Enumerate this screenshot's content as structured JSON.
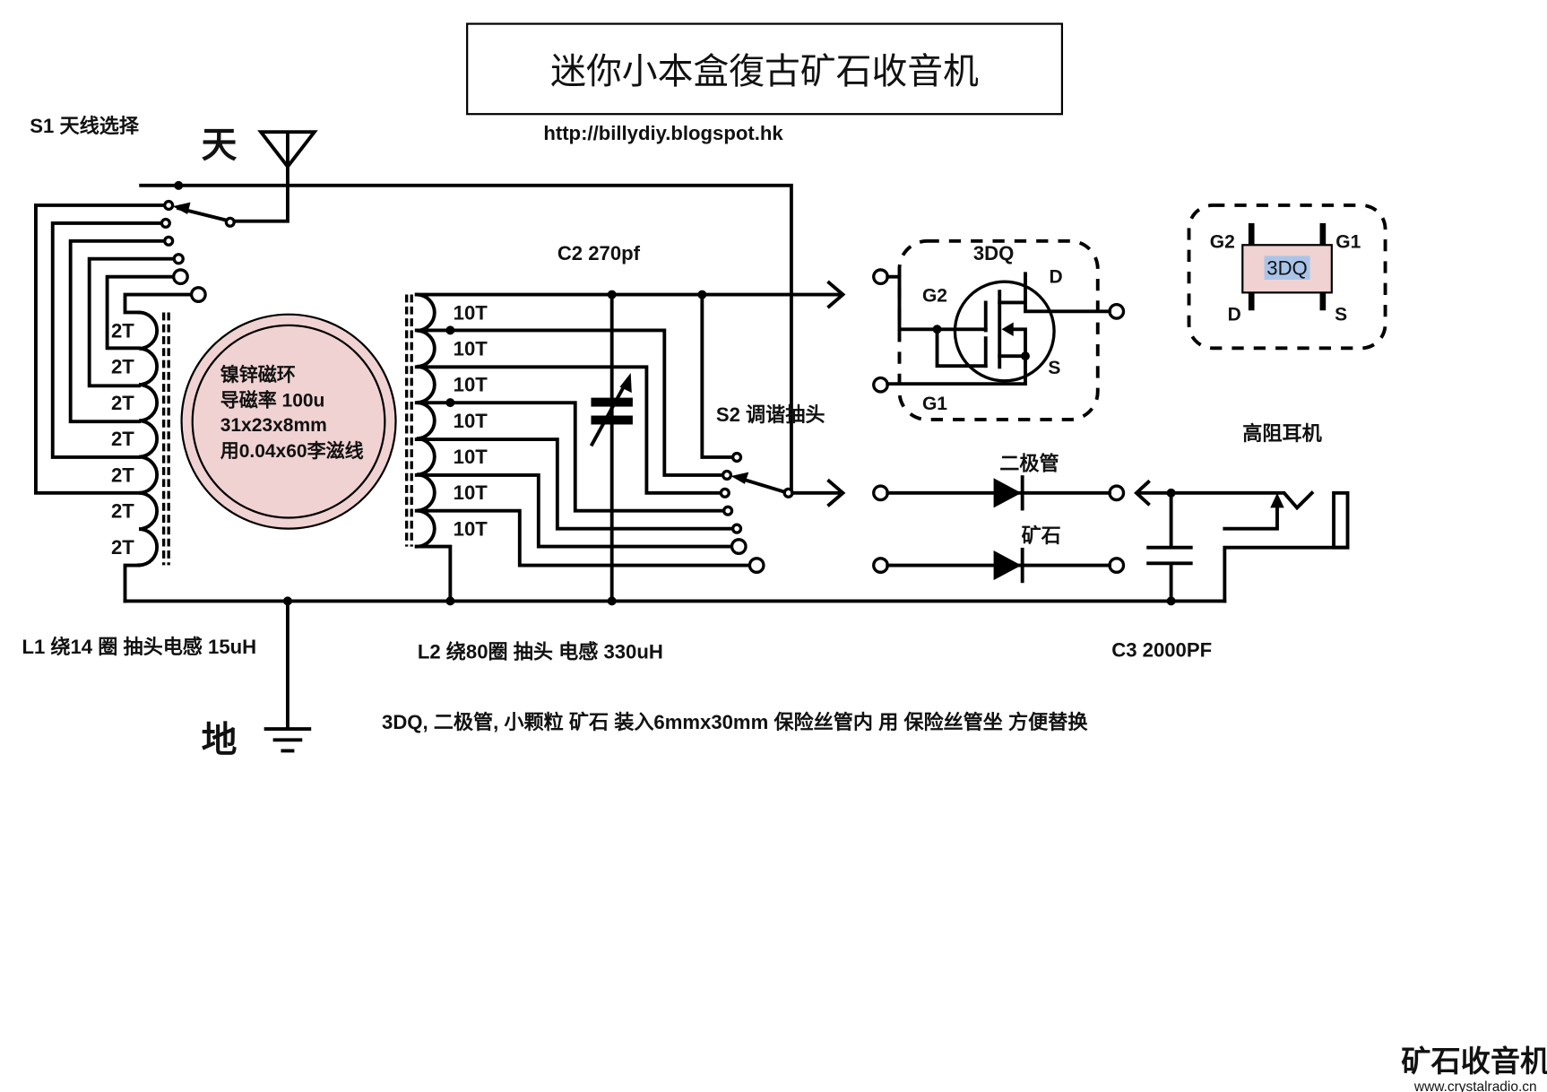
{
  "title": "迷你小本盒復古矿石收音机",
  "url": "http://billydiy.blogspot.hk",
  "labels": {
    "s1": "S1 天线选择",
    "antenna": "天",
    "ground": "地",
    "c2": "C2 270pf",
    "s2": "S2 调谐抽头",
    "l1": "L1 绕14 圈 抽头电感 15uH",
    "l2": "L2 绕80圈 抽头 电感 330uH",
    "c3": "C3 2000PF",
    "diode": "二极管",
    "crystal": "矿石",
    "earphone": "高阻耳机",
    "note": "3DQ, 二极管, 小颗粒 矿石 装入6mmx30mm 保险丝管内 用 保险丝管坐 方便替换"
  },
  "ferrite_ring": {
    "lines": [
      "镍锌磁环",
      "导磁率 100u",
      "31x23x8mm",
      "用0.04x60李滋线"
    ],
    "fill": "#f0d2d2"
  },
  "l1_taps": [
    "2T",
    "2T",
    "2T",
    "2T",
    "2T",
    "2T",
    "2T"
  ],
  "l2_taps": [
    "10T",
    "10T",
    "10T",
    "10T",
    "10T",
    "10T",
    "10T"
  ],
  "mosfet": {
    "name": "3DQ",
    "g1": "G1",
    "g2": "G2",
    "d": "D",
    "s": "S"
  },
  "chip": {
    "name": "3DQ",
    "g1": "G1",
    "g2": "G2",
    "d": "D",
    "s": "S",
    "fill": "#f0d2d2",
    "highlight": "#a9c4e8"
  },
  "logo": {
    "text": "矿石收音机",
    "url": "www.crystalradio.cn",
    "color": "#1d3f7e"
  }
}
